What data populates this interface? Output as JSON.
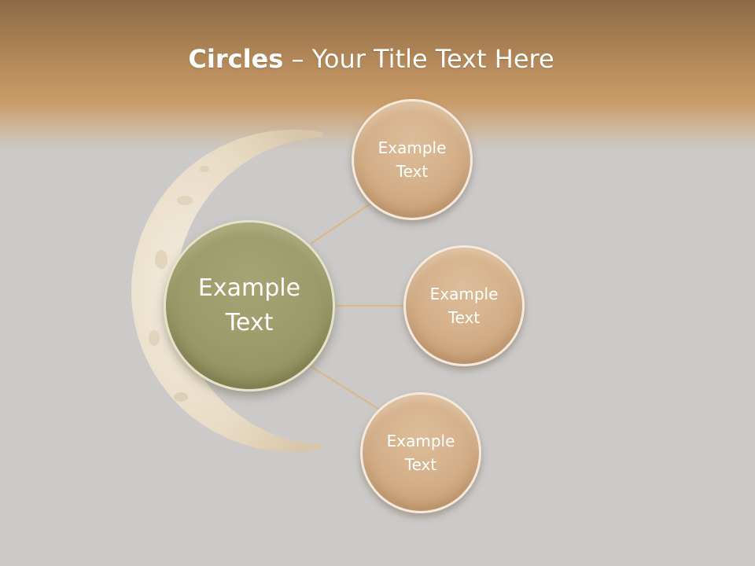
{
  "title": {
    "bold": "Circles",
    "rest": " – Your Title Text Here"
  },
  "diagram": {
    "center": {
      "label": "Example\nText"
    },
    "satellites": [
      {
        "label": "Example\nText"
      },
      {
        "label": "Example\nText"
      },
      {
        "label": "Example\nText"
      }
    ]
  },
  "colors": {
    "header_band": "#c99b67",
    "background": "#cccac8",
    "center_circle": "#9c9b6a",
    "satellite_circle": "#d5b18b",
    "connector": "#d9b98f",
    "moon": "#eadfcb"
  }
}
